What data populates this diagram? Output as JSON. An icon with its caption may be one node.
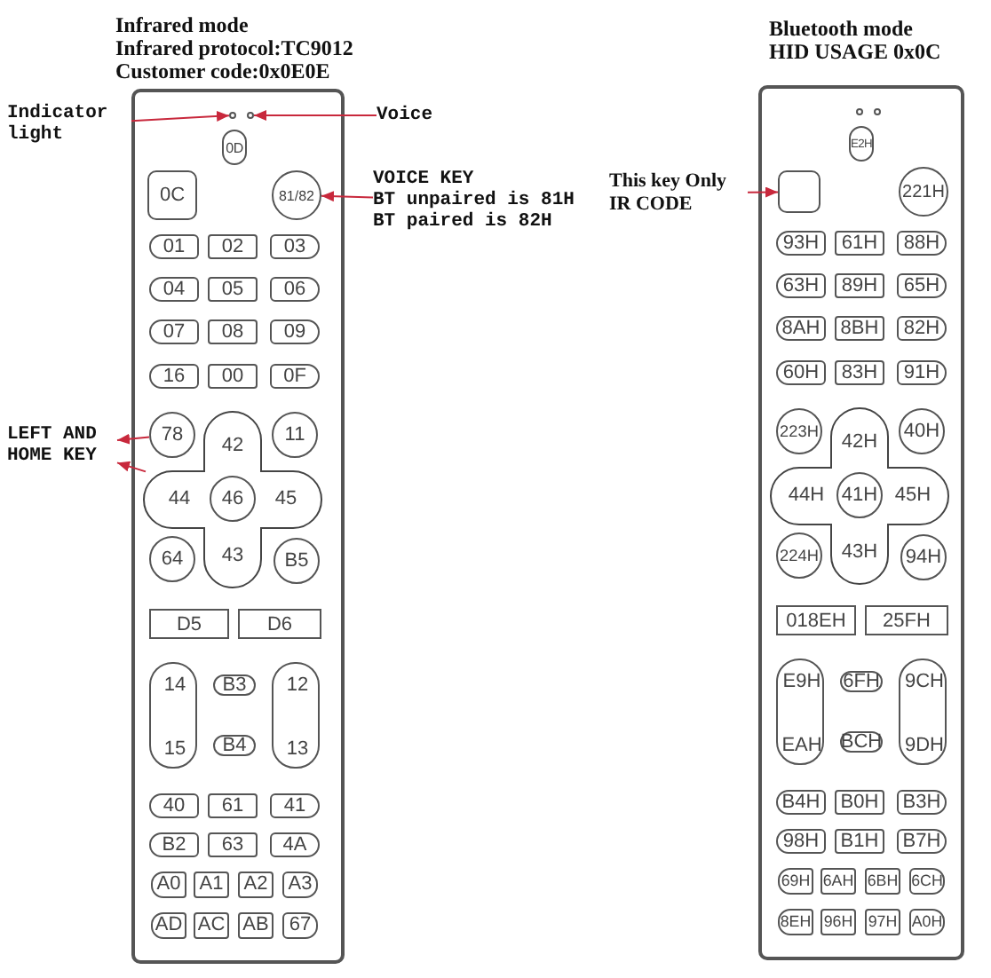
{
  "diagram": {
    "nodes": [
      {
        "text": [
          "Infrared mode",
          "Infrared protocol:TC9012",
          "Customer code:0x0E0E"
        ]
      },
      {
        "text": [],
        "shape": "circle",
        "in": 0
      },
      {
        "text": [],
        "shape": "circle",
        "in": 0
      },
      {
        "text": [
          "0D"
        ],
        "in": 0
      },
      {
        "text": [
          "0C"
        ],
        "in": 0
      },
      {
        "text": [
          "81/82"
        ],
        "in": 0
      },
      {
        "text": [
          "01"
        ],
        "in": 0
      },
      {
        "text": [
          "02"
        ],
        "in": 0
      },
      {
        "text": [
          "03"
        ],
        "in": 0
      },
      {
        "text": [
          "04"
        ],
        "in": 0
      },
      {
        "text": [
          "05"
        ],
        "in": 0
      },
      {
        "text": [
          "06"
        ],
        "in": 0
      },
      {
        "text": [
          "07"
        ],
        "in": 0
      },
      {
        "text": [
          "08"
        ],
        "in": 0
      },
      {
        "text": [
          "09"
        ],
        "in": 0
      },
      {
        "text": [
          "16"
        ],
        "in": 0
      },
      {
        "text": [
          "00"
        ],
        "in": 0
      },
      {
        "text": [
          "0F"
        ],
        "in": 0
      },
      {
        "text": [
          "78"
        ],
        "in": 0
      },
      {
        "text": [
          "42",
          "44",
          "45",
          "43"
        ],
        "in": 0
      },
      {
        "text": [
          "46"
        ],
        "in": 19
      },
      {
        "text": [
          "11"
        ],
        "in": 0
      },
      {
        "text": [
          "64"
        ],
        "in": 0
      },
      {
        "text": [
          "B5"
        ],
        "in": 0
      },
      {
        "text": [
          "D5"
        ],
        "in": 0
      },
      {
        "text": [
          "D6"
        ],
        "in": 0
      },
      {
        "text": [
          "14",
          "15"
        ],
        "in": 0
      },
      {
        "text": [
          "B3"
        ],
        "in": 0
      },
      {
        "text": [
          "12",
          "13"
        ],
        "in": 0
      },
      {
        "text": [
          "B4"
        ],
        "in": 0
      },
      {
        "text": [
          "40"
        ],
        "in": 0
      },
      {
        "text": [
          "61"
        ],
        "in": 0
      },
      {
        "text": [
          "41"
        ],
        "in": 0
      },
      {
        "text": [
          "B2"
        ],
        "in": 0
      },
      {
        "text": [
          "63"
        ],
        "in": 0
      },
      {
        "text": [
          "4A"
        ],
        "in": 0
      },
      {
        "text": [
          "A0"
        ],
        "in": 0
      },
      {
        "text": [
          "A1"
        ],
        "in": 0
      },
      {
        "text": [
          "A2"
        ],
        "in": 0
      },
      {
        "text": [
          "A3"
        ],
        "in": 0
      },
      {
        "text": [
          "AD"
        ],
        "in": 0
      },
      {
        "text": [
          "AC"
        ],
        "in": 0
      },
      {
        "text": [
          "AB"
        ],
        "in": 0
      },
      {
        "text": [
          "67"
        ],
        "in": 0
      },
      {
        "text": [
          "Indicator light"
        ]
      },
      {
        "text": [
          "Voice"
        ]
      },
      {
        "text": [
          "VOICE KEY",
          "BT unpaired is 81H",
          "BT paired is 82H"
        ]
      },
      {
        "text": [
          "LEFT AND HOME KEY"
        ]
      },
      {
        "text": [
          "Bluetooth mode",
          "HID USAGE 0x0C"
        ]
      },
      {
        "text": [],
        "shape": "circle",
        "in": 48
      },
      {
        "text": [],
        "shape": "circle",
        "in": 48
      },
      {
        "text": [
          "E2H"
        ],
        "in": 48
      },
      {
        "text": [],
        "shape": "box",
        "in": 48
      },
      {
        "text": [
          "221H"
        ],
        "in": 48
      },
      {
        "text": [
          "93H"
        ],
        "in": 48
      },
      {
        "text": [
          "61H"
        ],
        "in": 48
      },
      {
        "text": [
          "88H"
        ],
        "in": 48
      },
      {
        "text": [
          "63H"
        ],
        "in": 48
      },
      {
        "text": [
          "89H"
        ],
        "in": 48
      },
      {
        "text": [
          "65H"
        ],
        "in": 48
      },
      {
        "text": [
          "8AH"
        ],
        "in": 48
      },
      {
        "text": [
          "8BH"
        ],
        "in": 48
      },
      {
        "text": [
          "82H"
        ],
        "in": 48
      },
      {
        "text": [
          "60H"
        ],
        "in": 48
      },
      {
        "text": [
          "83H"
        ],
        "in": 48
      },
      {
        "text": [
          "91H"
        ],
        "in": 48
      },
      {
        "text": [
          "223H"
        ],
        "in": 48
      },
      {
        "text": [
          "42H",
          "44H",
          "45H",
          "43H"
        ],
        "in": 48
      },
      {
        "text": [
          "41H"
        ],
        "in": 67
      },
      {
        "text": [
          "40H"
        ],
        "in": 48
      },
      {
        "text": [
          "224H"
        ],
        "in": 48
      },
      {
        "text": [
          "94H"
        ],
        "in": 48
      },
      {
        "text": [
          "018EH"
        ],
        "in": 48
      },
      {
        "text": [
          "25FH"
        ],
        "in": 48
      },
      {
        "text": [
          "E9H",
          "EAH"
        ],
        "in": 48
      },
      {
        "text": [
          "6FH"
        ],
        "in": 48
      },
      {
        "text": [
          "9CH",
          "9DH"
        ],
        "in": 48
      },
      {
        "text": [
          "BCH"
        ],
        "in": 48
      },
      {
        "text": [
          "B4H"
        ],
        "in": 48
      },
      {
        "text": [
          "B0H"
        ],
        "in": 48
      },
      {
        "text": [
          "B3H"
        ],
        "in": 48
      },
      {
        "text": [
          "98H"
        ],
        "in": 48
      },
      {
        "text": [
          "B1H"
        ],
        "in": 48
      },
      {
        "text": [
          "B7H"
        ],
        "in": 48
      },
      {
        "text": [
          "69H"
        ],
        "in": 48
      },
      {
        "text": [
          "6AH"
        ],
        "in": 48
      },
      {
        "text": [
          "6BH"
        ],
        "in": 48
      },
      {
        "text": [
          "6CH"
        ],
        "in": 48
      },
      {
        "text": [
          "8EH"
        ],
        "in": 48
      },
      {
        "text": [
          "96H"
        ],
        "in": 48
      },
      {
        "text": [
          "97H"
        ],
        "in": 48
      },
      {
        "text": [
          "A0H"
        ],
        "in": 48
      },
      {
        "text": [
          "This key Only IR CODE"
        ]
      }
    ],
    "edges": [
      {
        "from": 44,
        "to": 1,
        "arrow": "to"
      },
      {
        "from": 45,
        "to": 2,
        "arrow": "to"
      },
      {
        "from": 46,
        "to": 5,
        "arrow": "to"
      },
      {
        "from": 18,
        "to": 47,
        "arrow": "to"
      },
      {
        "from": 19,
        "to": 47,
        "arrow": "to"
      },
      {
        "from": 92,
        "to": 52,
        "arrow": "to"
      }
    ]
  }
}
